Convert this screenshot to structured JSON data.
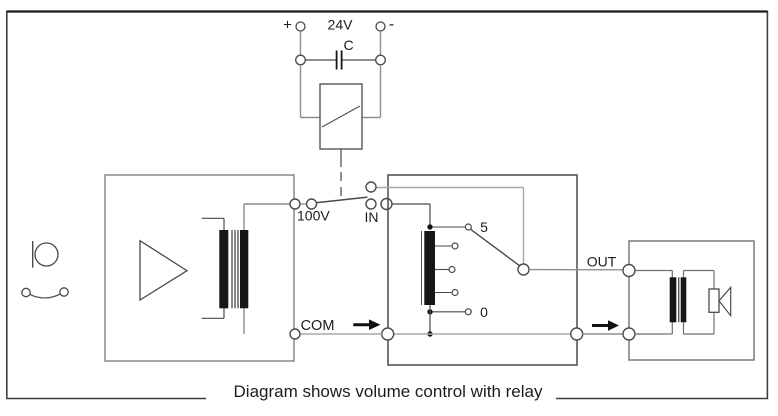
{
  "diagram": {
    "caption": "Diagram shows volume control with relay",
    "power_supply": {
      "positive_label": "+",
      "voltage_label": "24V",
      "negative_label": "-",
      "capacitor_label": "C"
    },
    "relay_switch": {
      "line_label": "100V",
      "in_label": "IN"
    },
    "volume_selector": {
      "max_tap_label": "5",
      "min_tap_label": "0"
    },
    "output": {
      "out_label": "OUT",
      "com_label": "COM"
    },
    "components": [
      "microphone-icon",
      "patch-cable-icon",
      "amplifier-icon",
      "line-transformer",
      "smoothing-capacitor",
      "relay-coil",
      "relay-contact-switch",
      "tapped-autotransformer",
      "tap-selector-arm",
      "speaker-transformer",
      "loudspeaker-icon"
    ],
    "colors": {
      "background": "#ffffff",
      "wire_gray": "#8f8f8f",
      "light_wire_gray": "#a8a8a8",
      "component_stroke": "#4a4a4a",
      "winding_black": "#161616",
      "text": "#1c1c1c",
      "border": "#3f3f3f"
    }
  }
}
